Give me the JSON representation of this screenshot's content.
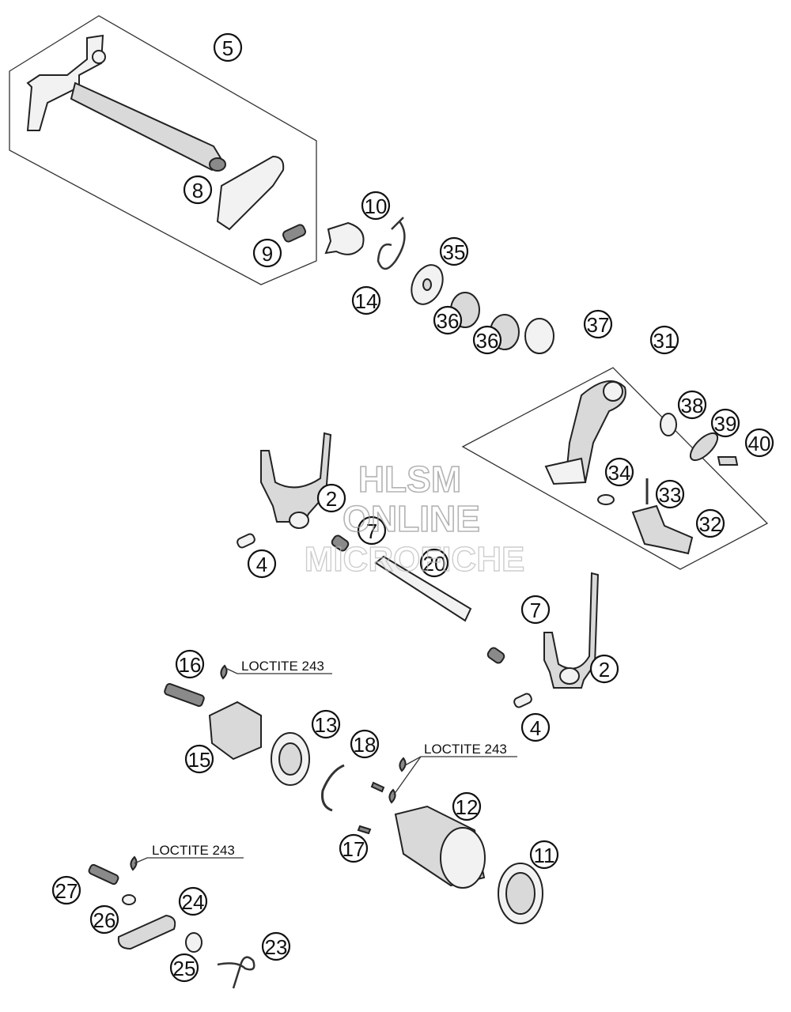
{
  "callouts": [
    {
      "label": "5"
    },
    {
      "label": "8"
    },
    {
      "label": "9"
    },
    {
      "label": "10"
    },
    {
      "label": "14"
    },
    {
      "label": "35"
    },
    {
      "label": "36"
    },
    {
      "label": "36"
    },
    {
      "label": "37"
    },
    {
      "label": "31"
    },
    {
      "label": "38"
    },
    {
      "label": "39"
    },
    {
      "label": "40"
    },
    {
      "label": "34"
    },
    {
      "label": "33"
    },
    {
      "label": "32"
    },
    {
      "label": "2"
    },
    {
      "label": "7"
    },
    {
      "label": "20"
    },
    {
      "label": "4"
    },
    {
      "label": "7"
    },
    {
      "label": "2"
    },
    {
      "label": "4"
    },
    {
      "label": "16"
    },
    {
      "label": "15"
    },
    {
      "label": "13"
    },
    {
      "label": "18"
    },
    {
      "label": "12"
    },
    {
      "label": "17"
    },
    {
      "label": "11"
    },
    {
      "label": "27"
    },
    {
      "label": "24"
    },
    {
      "label": "26"
    },
    {
      "label": "25"
    },
    {
      "label": "23"
    }
  ],
  "loctite_labels": [
    "LOCTITE 243",
    "LOCTITE 243",
    "LOCTITE 243"
  ],
  "watermark": [
    "HLSM",
    "ONLINE",
    "MICROFICHE"
  ],
  "colors": {
    "line": "#222222",
    "part_fill": "#d9d9d9",
    "watermark": "#9a9a9a"
  }
}
